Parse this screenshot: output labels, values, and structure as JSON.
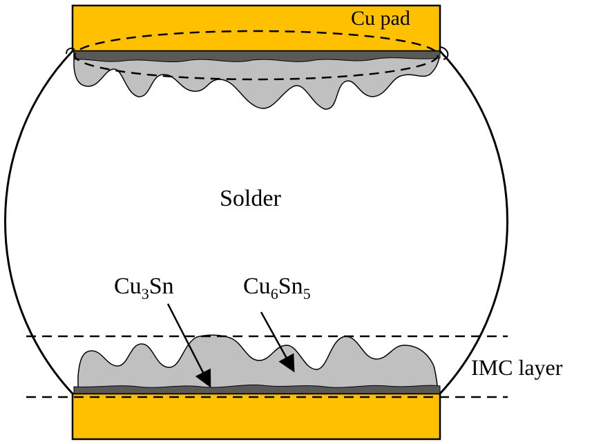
{
  "labels": {
    "cu_pad": "Cu pad",
    "solder": "Solder",
    "imc_layer": "IMC layer",
    "cu3sn": {
      "base": "Cu",
      "sub": "3",
      "tail": "Sn"
    },
    "cu6sn5": {
      "base": "Cu",
      "sub1": "6",
      "mid": "Sn",
      "sub2": "5"
    }
  },
  "colors": {
    "cu_pad": "#FFC000",
    "imc_cu6sn5": "#C0C0C0",
    "imc_cu3sn": "#595959",
    "outline": "#000000",
    "background": "#FFFFFF"
  }
}
